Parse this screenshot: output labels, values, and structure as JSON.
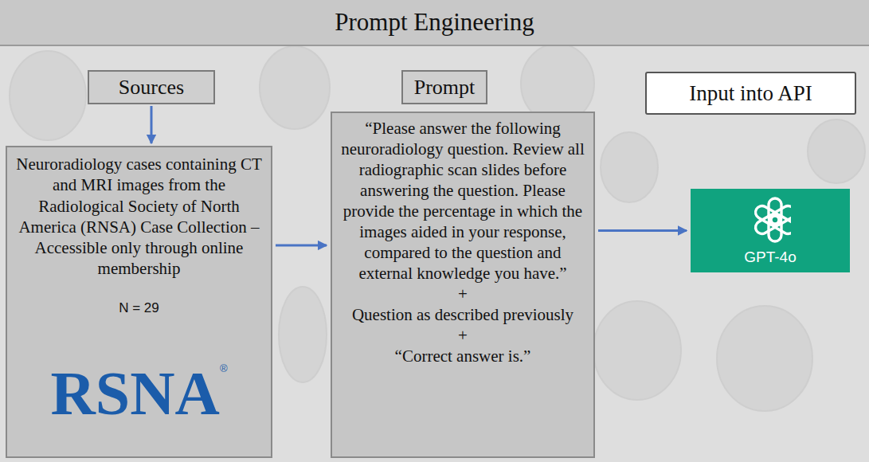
{
  "diagram": {
    "title": "Prompt Engineering",
    "nodes": [
      {
        "text": [
          "Sources"
        ]
      },
      {
        "text": [
          "Prompt"
        ]
      },
      {
        "text": [
          "Input into API"
        ]
      },
      {
        "text": [
          "Neuroradiology cases containing CT and MRI images from the Radiological Society of North America (RNSA) Case Collection – Accessible only through online membership",
          "N = 29",
          "RSNA",
          "®"
        ]
      },
      {
        "text": [
          "“Please answer the following neuroradiology question. Review all radiographic scan slides before answering the question. Please provide the percentage in which the images aided in your response, compared to the question and external knowledge you have.”",
          "+",
          "Question as described previously",
          "+",
          "“Correct answer is.”"
        ]
      },
      {
        "text": [
          "GPT-4o"
        ]
      }
    ],
    "edges": [
      {
        "from": 0,
        "to": 3,
        "arrow": "to"
      },
      {
        "from": 3,
        "to": 4,
        "arrow": "to"
      },
      {
        "from": 4,
        "to": 5,
        "arrow": "to"
      }
    ]
  }
}
